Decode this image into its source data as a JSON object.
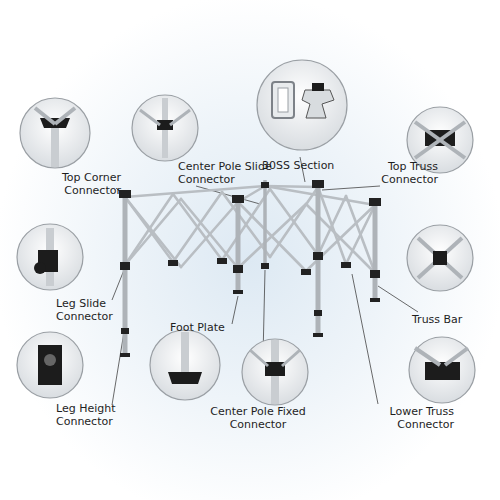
{
  "diagram": {
    "labels": [
      "Top Corner Connector",
      "Center Pole Slide Connector",
      "30SS Section",
      "Top Truss Connector",
      "Leg Slide Connector",
      "Truss Bar",
      "Foot Plate",
      "Leg Height Connector",
      "Center Pole Fixed Connector",
      "Lower Truss Connector"
    ]
  }
}
